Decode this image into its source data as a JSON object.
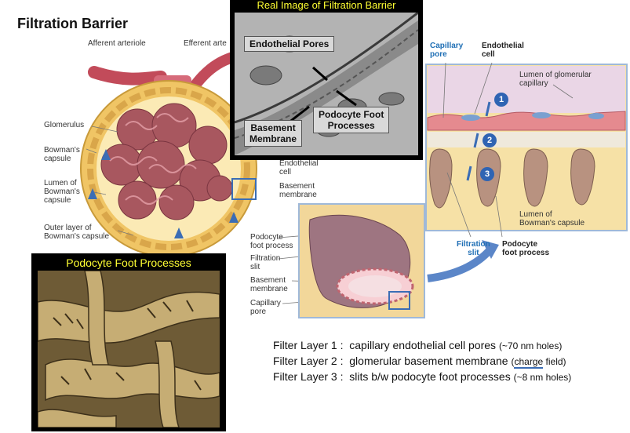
{
  "title": "Filtration Barrier",
  "diagram": {
    "afferent": "Afferent arteriole",
    "efferent": "Efferent arte",
    "glomerulus": "Glomerulus",
    "bowman_l1": "Bowman's",
    "bowman_l2": "capsule",
    "lumen_l1": "Lumen of",
    "lumen_l2": "Bowman's",
    "lumen_l3": "capsule",
    "outer_l1": "Outer layer of",
    "outer_l2": "Bowman's capsule",
    "endo_l1": "Endothelial",
    "endo_l2": "cell",
    "basement_l1": "Basement",
    "basement_l2": "membrane",
    "podocyte_l1": "Podocyte",
    "podocyte_l2": "foot process",
    "filtration_l1": "Filtration",
    "filtration_l2": "slit",
    "basement2_l1": "Basement",
    "basement2_l2": "membrane",
    "capillary_l1": "Capillary",
    "capillary_l2": "pore"
  },
  "em_panel": {
    "title": "Real Image of Filtration Barrier",
    "endothelial_pores": "Endothelial Pores",
    "basement_l1": "Basement",
    "basement_l2": "Membrane",
    "podocyte_l1": "Podocyte Foot",
    "podocyte_l2": "Processes"
  },
  "zoom_panel": {
    "capillary_l1": "Capillary",
    "capillary_l2": "pore",
    "endothelial_l1": "Endothelial",
    "endothelial_l2": "cell",
    "lumen_glom_l1": "Lumen of glomerular",
    "lumen_glom_l2": "capillary",
    "step1": "1",
    "step2": "2",
    "step3": "3",
    "lumen_bow_l1": "Lumen of",
    "lumen_bow_l2": "Bowman's capsule",
    "filtration_l1": "Filtration",
    "filtration_l2": "slit",
    "podocyte_l1": "Podocyte",
    "podocyte_l2": "foot process"
  },
  "sem_panel": {
    "title": "Podocyte Foot Processes"
  },
  "filters": [
    {
      "label": "Filter Layer 1 :",
      "text": "capillary endothelial cell pores",
      "note": "(~70 nm holes)"
    },
    {
      "label": "Filter Layer 2 :",
      "text": "glomerular basement membrane",
      "note_pre": "(",
      "note_u": "charge",
      "note_post": " field)"
    },
    {
      "label": "Filter Layer 3 :",
      "text": "slits b/w podocyte foot processes",
      "note": "(~8 nm holes)"
    }
  ],
  "colors": {
    "panel_title": "#ffff33",
    "accent_blue": "#1f6fb5",
    "capsule_yellow": "#f3c96a",
    "glomerulus": "#a8575f"
  }
}
